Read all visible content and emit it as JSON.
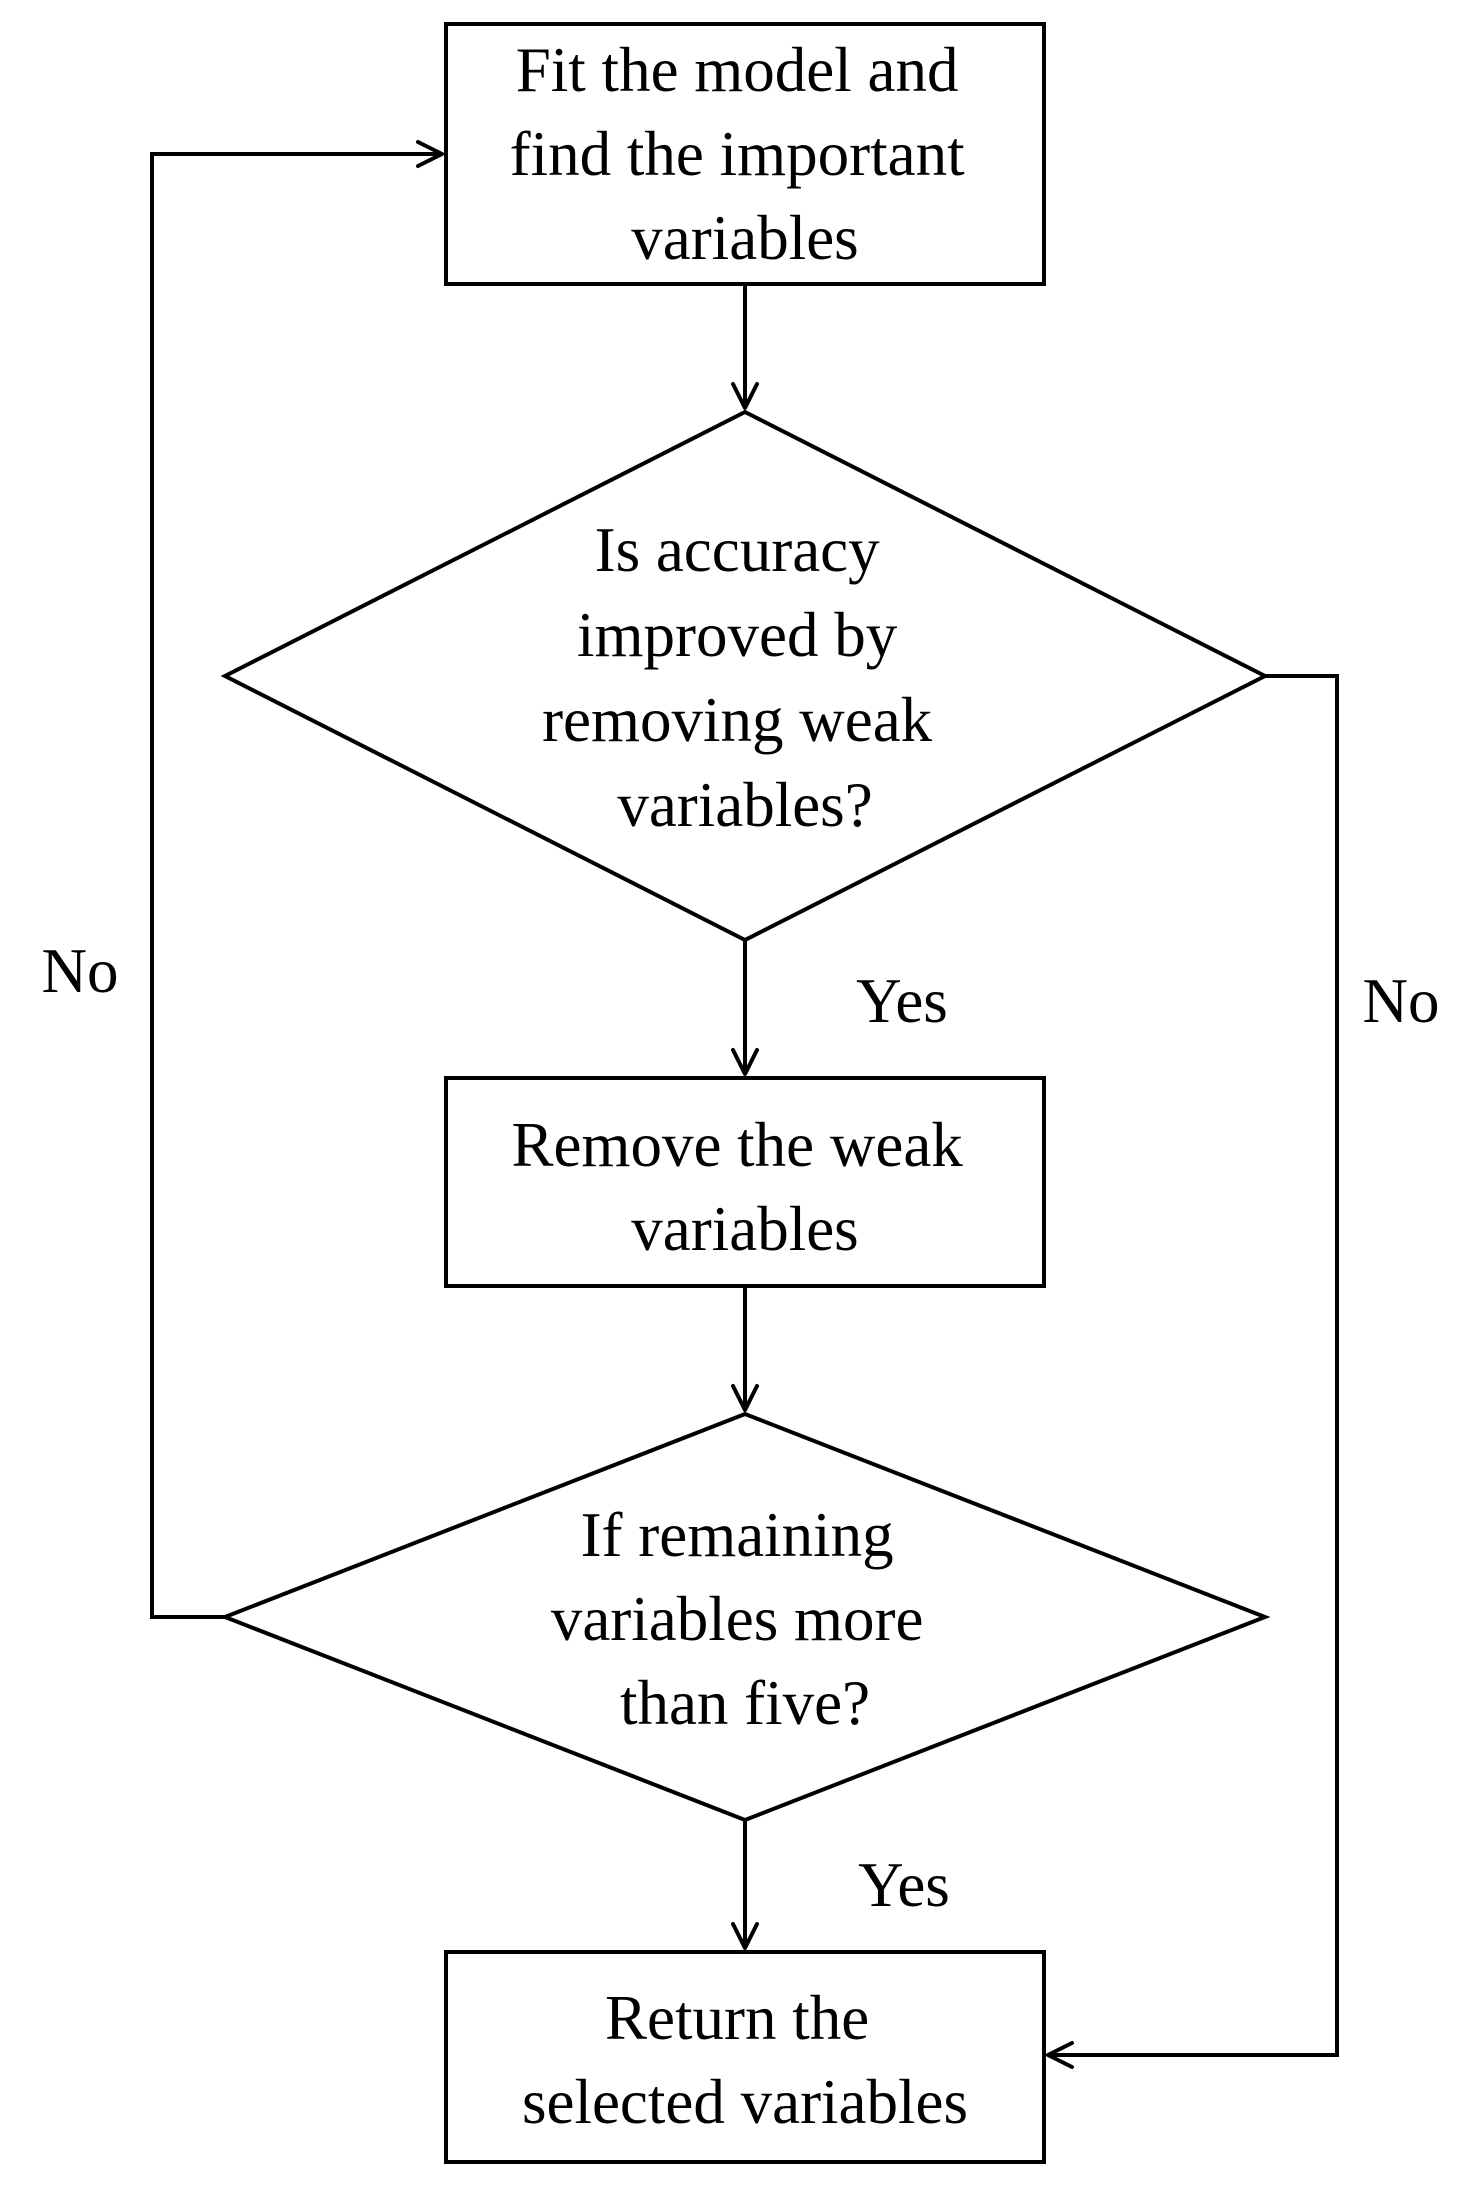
{
  "diagram": {
    "nodes": {
      "fit_model": {
        "lines": [
          "Fit the model and",
          "find the important",
          "variables"
        ]
      },
      "accuracy_check": {
        "lines": [
          "Is accuracy",
          "improved by",
          "removing weak",
          "variables?"
        ]
      },
      "remove_weak": {
        "lines": [
          "Remove the weak",
          "variables"
        ]
      },
      "remaining_check": {
        "lines": [
          "If remaining",
          "variables more",
          "than five?"
        ]
      },
      "return_selected": {
        "lines": [
          "Return the",
          "selected variables"
        ]
      }
    },
    "edge_labels": {
      "accuracy_yes": "Yes",
      "accuracy_no": "No",
      "remaining_yes": "Yes",
      "remaining_no": "No"
    }
  }
}
